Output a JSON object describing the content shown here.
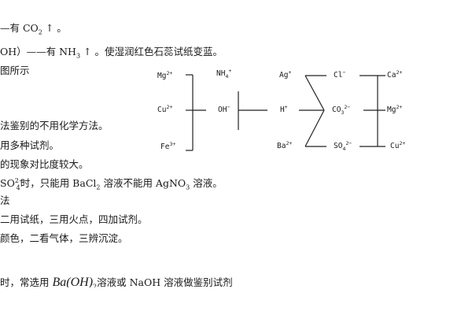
{
  "doc": {
    "lines": {
      "l1": {
        "a": "—有 CO",
        "b": "2",
        "c": " ↑ 。"
      },
      "l2": {
        "a": "OH）——有 NH",
        "b": "3",
        "c": " ↑ 。使湿润红色石蕊试纸变蓝。"
      },
      "l3": "图所示",
      "l4": "法鉴别的不用化学方法。",
      "l5": "用多种试剂。",
      "l6": "的现象对比度较大。",
      "l7": {
        "a": "SO",
        "b": "4",
        "c": "2−",
        "d": "时，只能用 BaCl",
        "e": "2",
        "f": " 溶液不能用 AgNO",
        "g": "3",
        "h": " 溶液。"
      },
      "l8": "法",
      "l9": "二用试纸，三用火点，四加试剂。",
      "l10": "颜色，二看气体，三辨沉淀。",
      "l11": {
        "a": "时，常选用 ",
        "b": "Ba(OH)",
        "c": "2",
        "d": "溶液或 NaOH 溶液做鉴别试剂"
      }
    }
  },
  "diagram": {
    "ions": {
      "mg_left": {
        "sym": "Mg",
        "chg": "2+"
      },
      "cu_left": {
        "sym": "Cu",
        "chg": "2+"
      },
      "fe": {
        "sym": "Fe",
        "chg": "3+"
      },
      "nh4": {
        "sym": "NH",
        "sub": "4",
        "chg": "+"
      },
      "oh": {
        "sym": "OH",
        "chg": "−"
      },
      "ag": {
        "sym": "Ag",
        "chg": "+"
      },
      "h": {
        "sym": "H",
        "chg": "+"
      },
      "ba": {
        "sym": "Ba",
        "chg": "2+"
      },
      "cl": {
        "sym": "Cl",
        "chg": "−"
      },
      "co3": {
        "sym": "CO",
        "sub": "3",
        "chg": "2−"
      },
      "so4": {
        "sym": "SO",
        "sub": "4",
        "chg": "2−"
      },
      "ca": {
        "sym": "Ca",
        "chg": "2+"
      },
      "mg_right": {
        "sym": "Mg",
        "chg": "2+"
      },
      "cu_right": {
        "sym": "Cu",
        "chg": "2+"
      }
    }
  }
}
